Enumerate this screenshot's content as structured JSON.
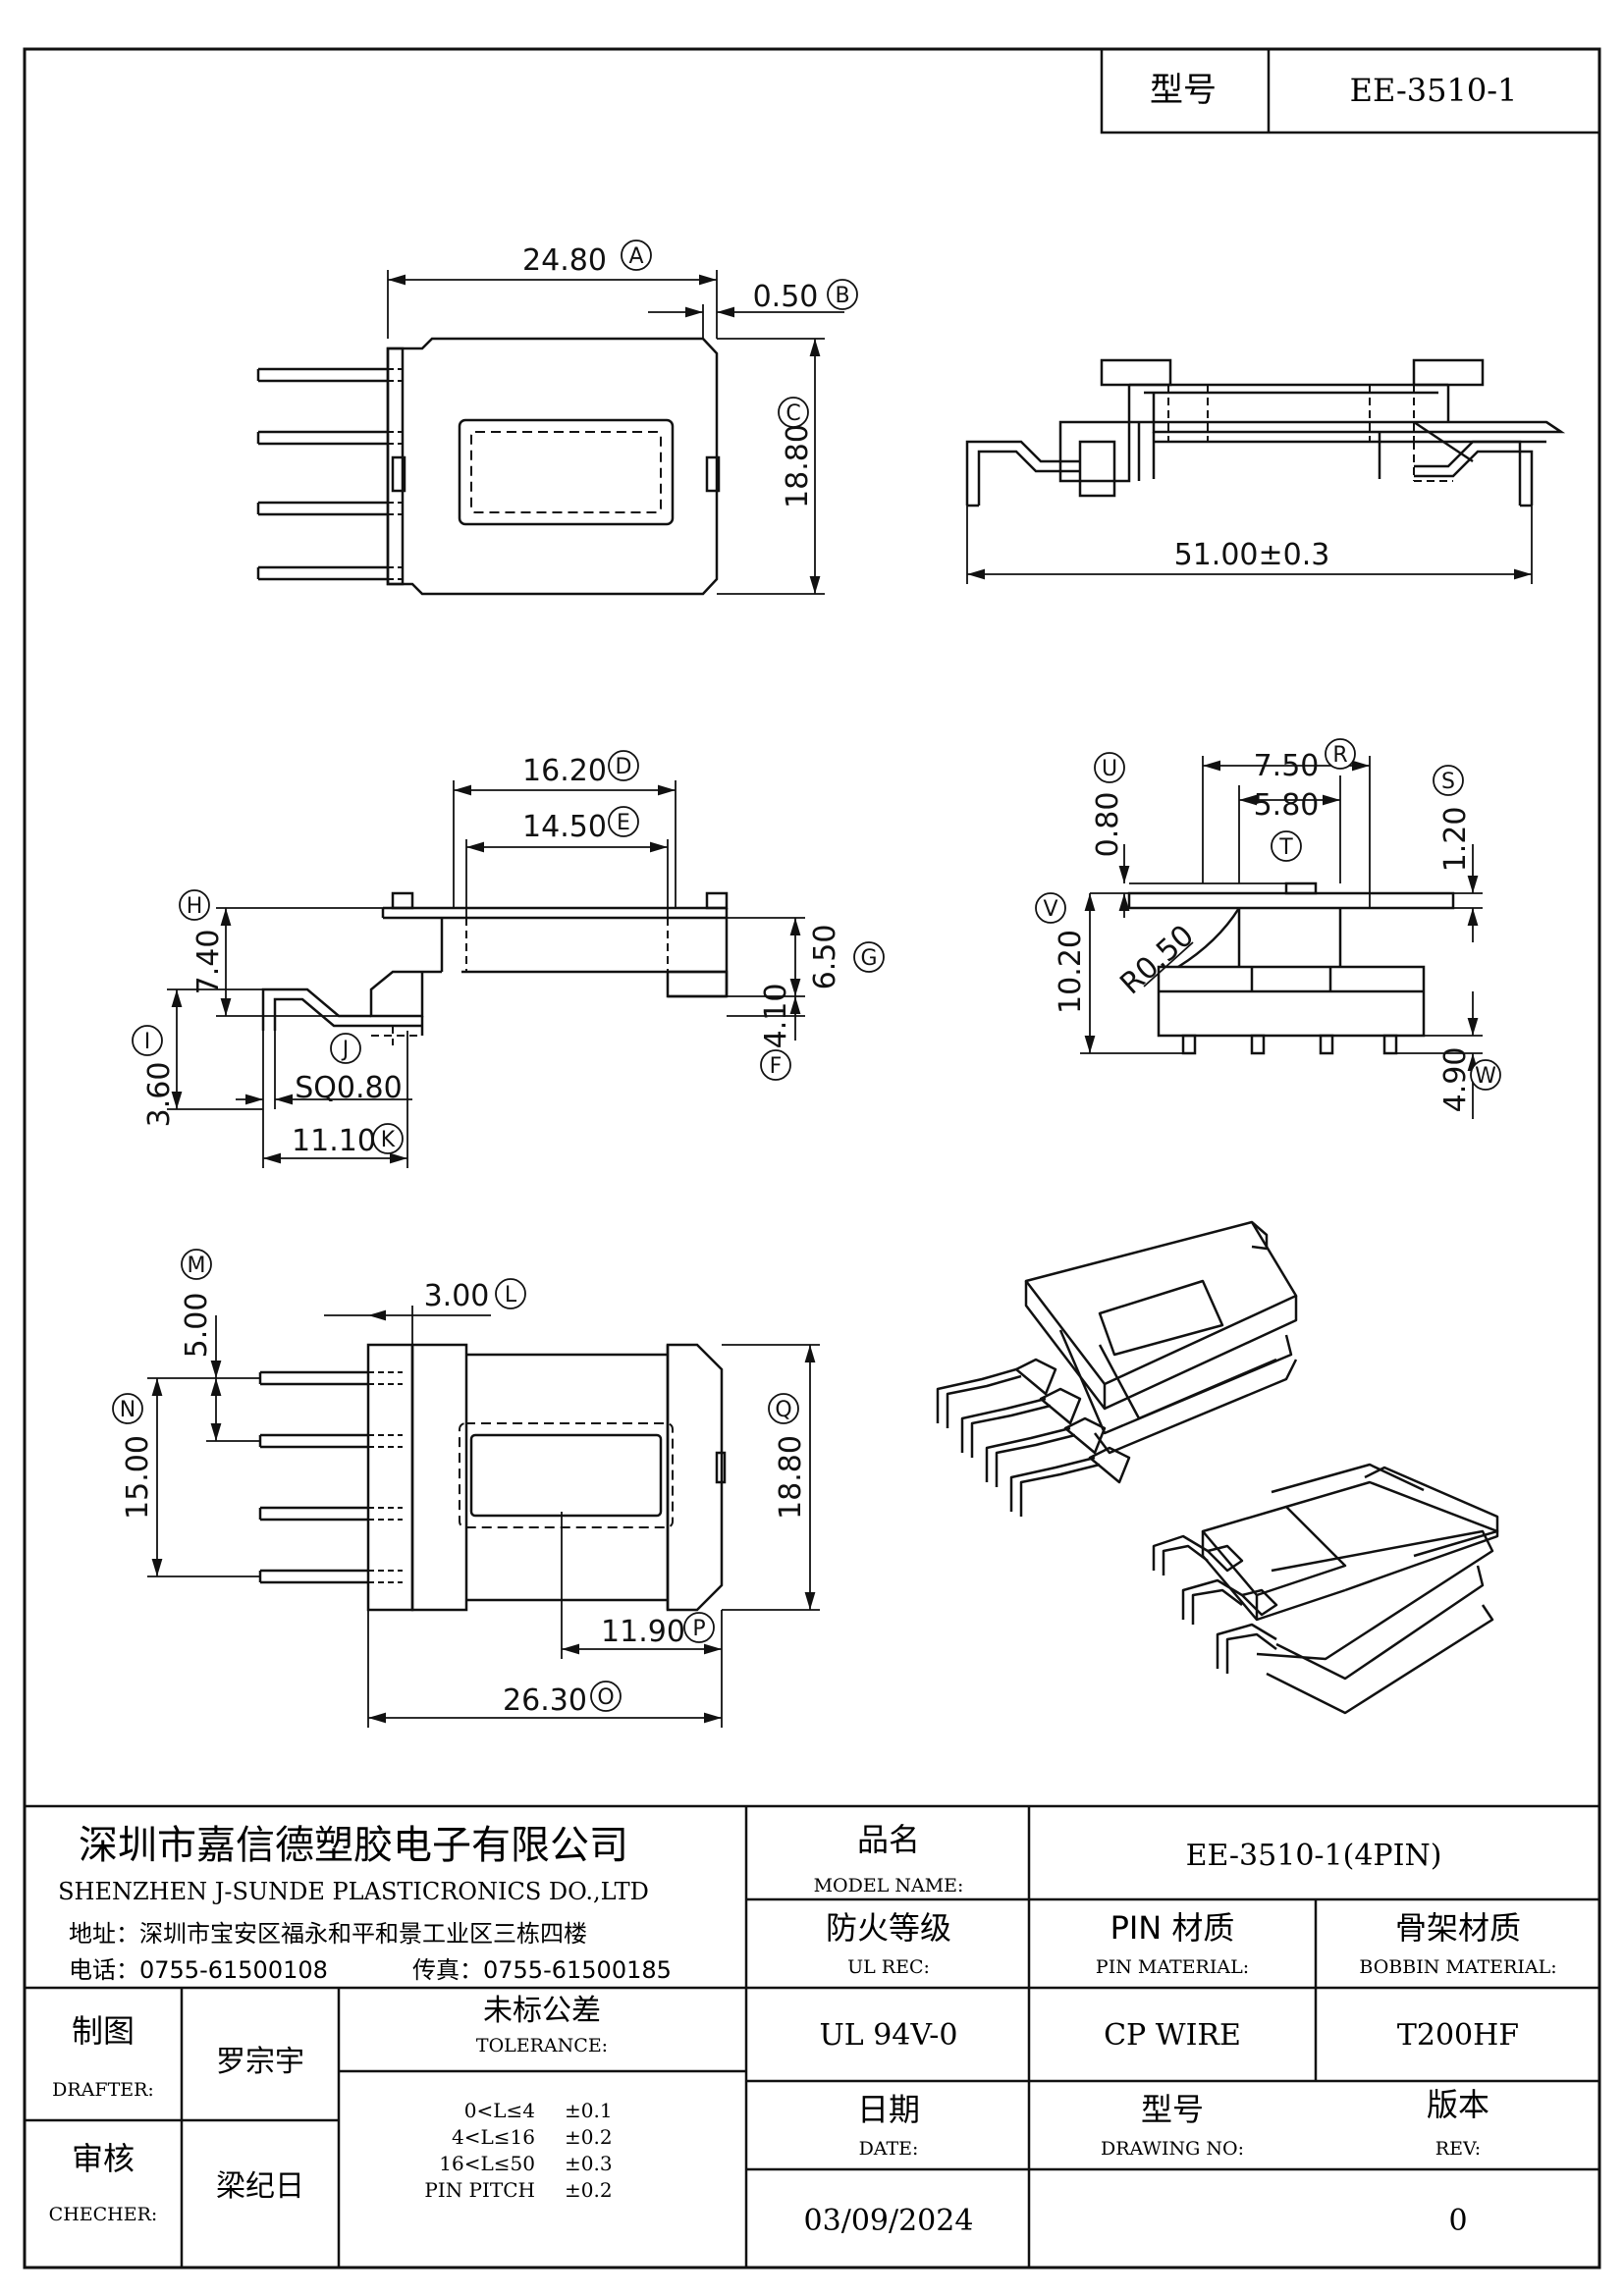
{
  "header": {
    "model_label": "型号",
    "model_value": "EE-3510-1"
  },
  "dimensions": {
    "A": "24.80",
    "B": "0.50",
    "C": "18.80",
    "overall_length": "51.00±0.3",
    "D": "16.20",
    "E": "14.50",
    "G": "6.50",
    "H": "7.40",
    "F": "4.10",
    "I": "3.60",
    "J": "SQ0.80",
    "K": "11.10",
    "U": "0.80",
    "R": "7.50",
    "T": "5.80",
    "S": "1.20",
    "V": "10.20",
    "radius": "R0.50",
    "W": "4.90",
    "M": "5.00",
    "L": "3.00",
    "N": "15.00",
    "Q": "18.80",
    "P": "11.90",
    "O": "26.30"
  },
  "tags": [
    "A",
    "B",
    "C",
    "D",
    "E",
    "F",
    "G",
    "H",
    "I",
    "J",
    "K",
    "L",
    "M",
    "N",
    "O",
    "P",
    "Q",
    "R",
    "S",
    "T",
    "U",
    "V",
    "W"
  ],
  "title_block": {
    "company_cn": "深圳市嘉信德塑胶电子有限公司",
    "company_en": "SHENZHEN J-SUNDE PLASTICRONICS DO.,LTD",
    "address": "地址：深圳市宝安区福永和平和景工业区三栋四楼",
    "phone": "电话：0755-61500108",
    "fax": "传真：0755-61500185",
    "model_name_cn": "品名",
    "model_name_en": "MODEL NAME:",
    "model_name_value": "EE-3510-1(4PIN)",
    "ul_cn": "防火等级",
    "ul_en": "UL REC:",
    "pin_mat_cn": "PIN 材质",
    "pin_mat_en": "PIN MATERIAL:",
    "bobbin_mat_cn": "骨架材质",
    "bobbin_mat_en": "BOBBIN MATERIAL:",
    "drafter_cn": "制图",
    "drafter_en": "DRAFTER:",
    "drafter_name": "罗宗宇",
    "tolerance_cn": "未标公差",
    "tolerance_en": "TOLERANCE:",
    "ul_value": "UL 94V-0",
    "pin_value": "CP WIRE",
    "bobbin_value": "T200HF",
    "checker_cn": "审核",
    "checker_en": "CHECHER:",
    "checker_name": "梁纪日",
    "tolerances": [
      {
        "range": "0<L≤4",
        "tol": "±0.1"
      },
      {
        "range": "4<L≤16",
        "tol": "±0.2"
      },
      {
        "range": "16<L≤50",
        "tol": "±0.3"
      },
      {
        "range": "PIN PITCH",
        "tol": "±0.2"
      }
    ],
    "date_cn": "日期",
    "date_en": "DATE:",
    "date_value": "03/09/2024",
    "drawing_cn": "型号",
    "drawing_en": "DRAWING NO:",
    "drawing_value": "",
    "rev_cn": "版本",
    "rev_en": "REV:",
    "rev_value": "0"
  }
}
